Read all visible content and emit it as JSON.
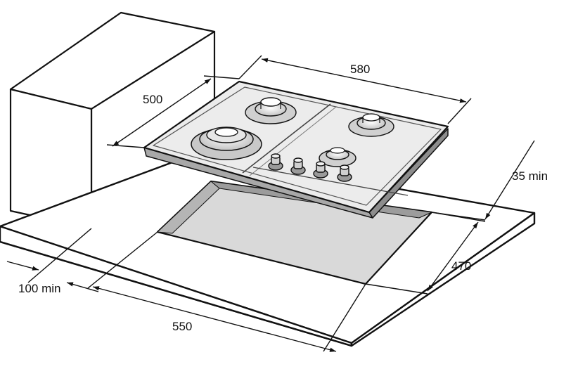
{
  "dimensions": {
    "hob_width": "580",
    "hob_depth": "500",
    "cutout_width": "550",
    "cutout_depth": "470",
    "rear_clearance": "35 min",
    "side_clearance": "100 min"
  }
}
